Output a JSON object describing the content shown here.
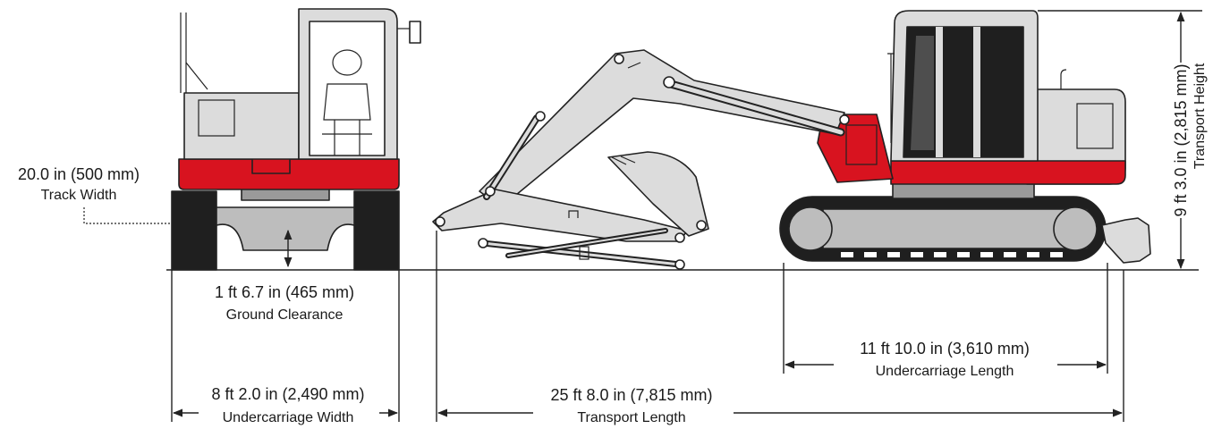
{
  "colors": {
    "body_red": "#d8131f",
    "body_grey": "#dcdcdc",
    "track_black": "#1f1f1f",
    "outline": "#222222",
    "background": "#ffffff"
  },
  "dimensions": {
    "track_width": {
      "value": "20.0 in (500 mm)",
      "label": "Track Width"
    },
    "ground_clearance": {
      "value": "1 ft 6.7 in (465 mm)",
      "label": "Ground Clearance"
    },
    "undercarriage_width": {
      "value": "8 ft 2.0 in (2,490 mm)",
      "label": "Undercarriage Width"
    },
    "transport_length": {
      "value": "25 ft 8.0 in (7,815 mm)",
      "label": "Transport Length"
    },
    "undercarriage_length": {
      "value": "11 ft 10.0 in (3,610 mm)",
      "label": "Undercarriage Length"
    },
    "transport_height": {
      "value": "9 ft 3.0 in (2,815 mm)",
      "label": "Transport Height"
    }
  }
}
